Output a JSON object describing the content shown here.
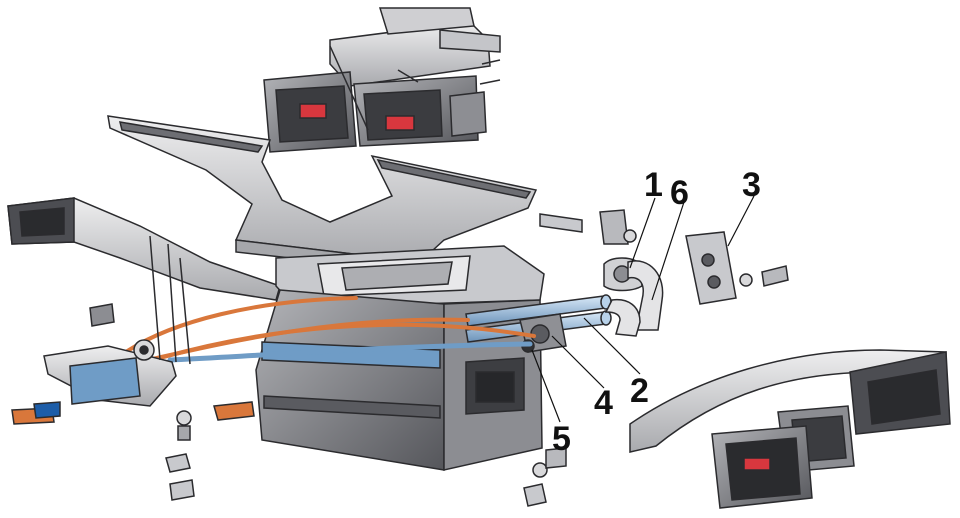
{
  "diagram": {
    "callouts": [
      "1",
      "6",
      "3",
      "2",
      "4",
      "5"
    ]
  },
  "colors": {
    "background": "#ffffff",
    "part_fill": "#d9d9db",
    "part_dark": "#9b9ca1",
    "part_shadow": "#6f7076",
    "outline": "#2b2b2e",
    "cable": "#d9773b",
    "tube": "#9fc3e6",
    "hose": "#e4e4e6",
    "accent_red": "#d8373e"
  }
}
